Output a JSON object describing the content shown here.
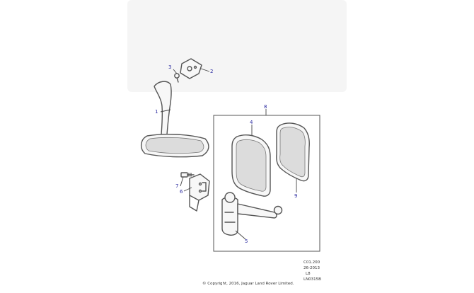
{
  "callouts": {
    "c1": "1",
    "c2": "2",
    "c3": "3",
    "c4": "4",
    "c5": "5",
    "c6": "6",
    "c7": "7",
    "c8": "8",
    "c9": "9"
  },
  "meta": {
    "code": "C01.200",
    "date": "26-2013",
    "level": "L8",
    "drawing_id": "LN0315B"
  },
  "copyright": "© Copyright, 2016, Jaguar Land Rover Limited.",
  "colors": {
    "callout": "#2a2aa0",
    "line": "#555555"
  }
}
